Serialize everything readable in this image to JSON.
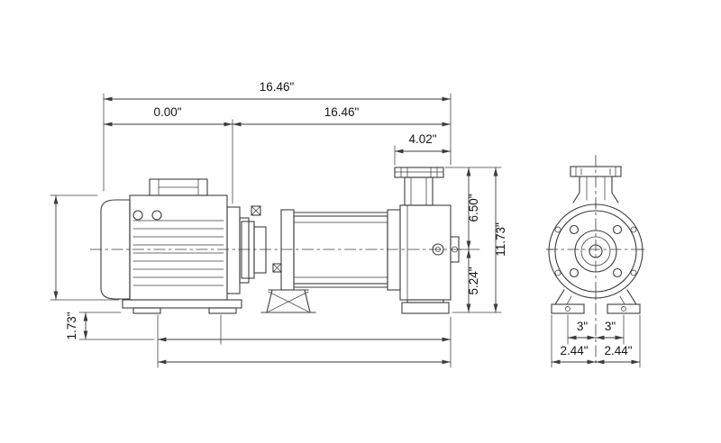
{
  "colors": {
    "line": "#3c3c3c",
    "background": "#ffffff",
    "text": "#161616"
  },
  "side_view": {
    "dim_overall_top": "16.46\"",
    "dim_datum": "0.00\"",
    "dim_length": "16.46\"",
    "dim_port_offset": "4.02\"",
    "dim_center_to_top": "6.50\"",
    "dim_overall_height": "11.73\"",
    "dim_base_to_center": "5.24\"",
    "dim_foot_height": "1.73\""
  },
  "end_view": {
    "dim_bolt_span_left": "3\"",
    "dim_bolt_span_right": "3\"",
    "dim_foot_span_left": "2.44\"",
    "dim_foot_span_right": "2.44\""
  }
}
